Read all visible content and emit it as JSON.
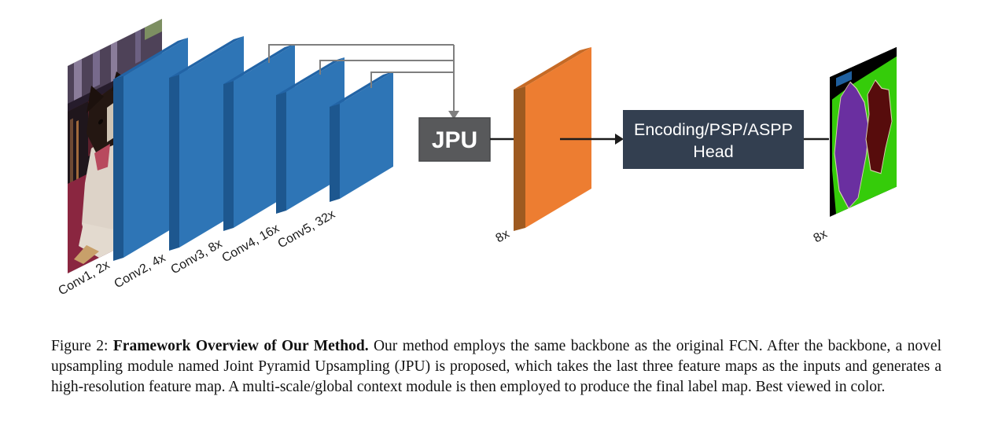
{
  "figure": {
    "conv_labels": [
      "Conv1, 2x",
      "Conv2, 4x",
      "Conv3, 8x",
      "Conv4, 16x",
      "Conv5, 32x"
    ],
    "jpu_label": "JPU",
    "head_label_line1": "Encoding/PSP/ASPP",
    "head_label_line2": "Head",
    "jpu_output_scale_label": "8x",
    "final_output_scale_label": "8x"
  },
  "caption": {
    "prefix": "Figure 2: ",
    "bold": "Framework Overview of Our Method.",
    "body": " Our method employs the same backbone as the original FCN. After the backbone, a novel upsampling module named Joint Pyramid Upsampling (JPU) is proposed, which takes the last three feature maps as the inputs and generates a high-resolution feature map.  A multi-scale/global context module is then employed to produce the final label map. Best viewed in color."
  },
  "colors": {
    "slab_front": "#2e75b6",
    "slab_side": "#1d578f",
    "slab_top": "#2264a6",
    "orange_front": "#ed7d31",
    "orange_side": "#9e5a20",
    "orange_top": "#c66a25",
    "jpu_bg": "#58595b",
    "head_bg": "#333f50",
    "connector_gray": "#7f7f7f",
    "arrow_black": "#1c1c1c",
    "seg_green": "#35cc0a",
    "seg_purple": "#6a2fa0",
    "seg_maroon": "#570c0c",
    "seg_blue": "#1f5f9e"
  }
}
